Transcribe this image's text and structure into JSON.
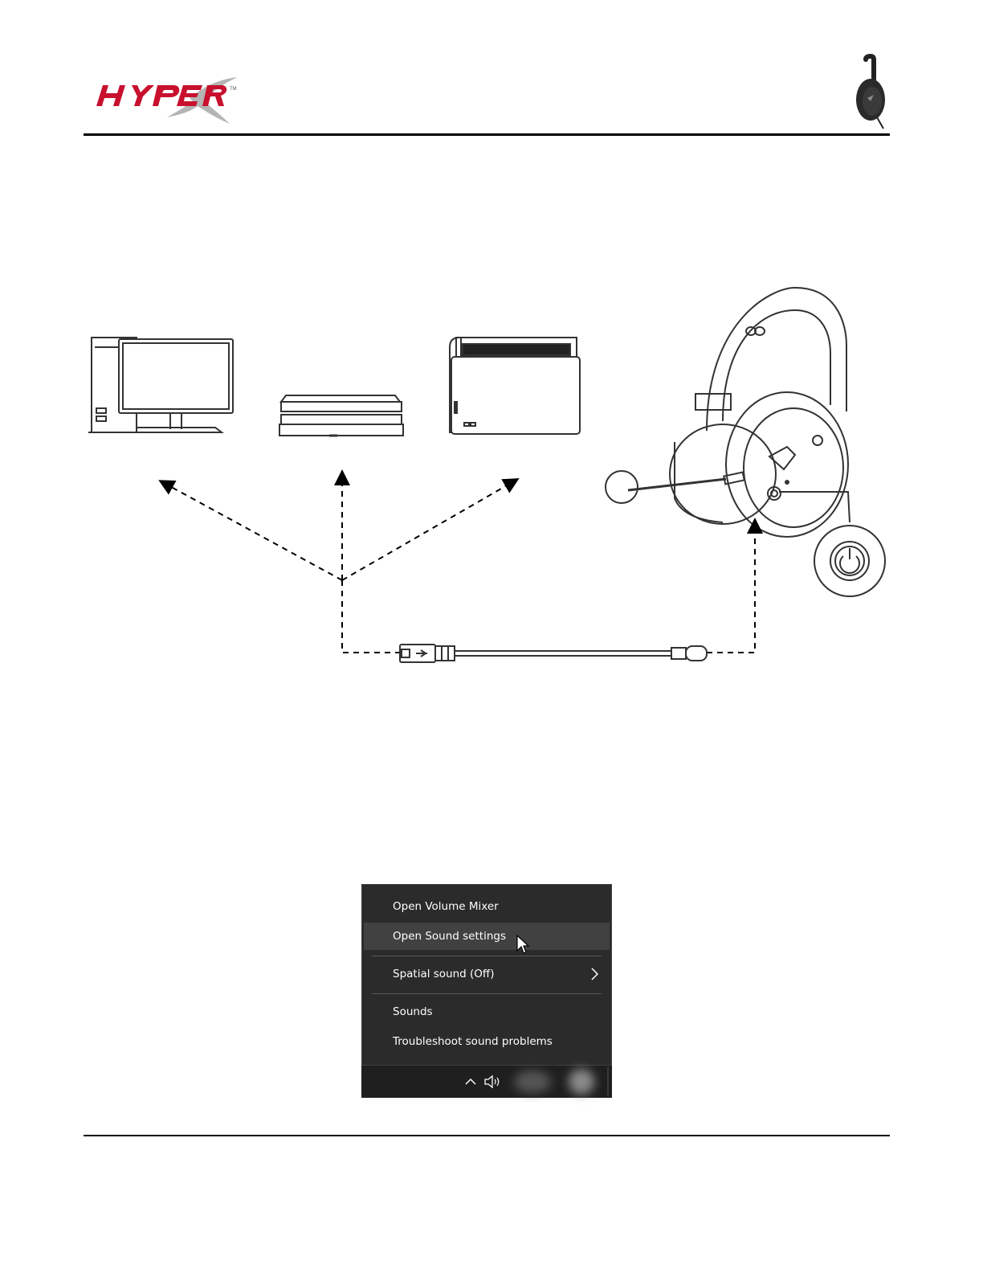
{
  "header": {
    "logo_alt": "HyperX",
    "logo_color": "#c8102e",
    "logo_x_color": "#b5b5b5",
    "trademark": "TM"
  },
  "diagram": {
    "devices": [
      "pc-icon",
      "console-icon",
      "handheld-dock-icon",
      "headset-icon"
    ],
    "cable": "usb-a-to-usb-c-cable",
    "detail": "power-button-icon"
  },
  "context_menu": {
    "items": [
      {
        "label": "Open Volume Mixer"
      },
      {
        "label": "Open Sound settings"
      },
      {
        "label": "Spatial sound (Off)"
      },
      {
        "label": "Sounds"
      },
      {
        "label": "Troubleshoot sound problems"
      }
    ],
    "hovered_index": 1,
    "background": "#2b2b2b",
    "hover_background": "#414141",
    "text_color": "#ffffff"
  },
  "taskbar": {
    "icons": [
      "chevron-up-icon",
      "speaker-icon"
    ]
  }
}
